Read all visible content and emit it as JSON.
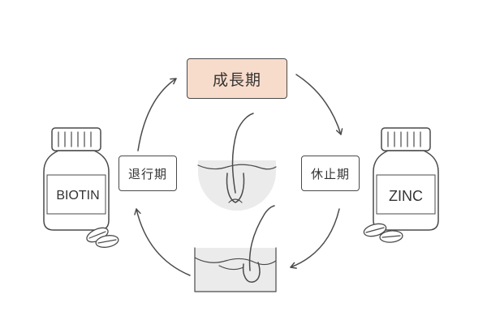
{
  "phases": {
    "growth": {
      "label": "成長期",
      "fill": "#f8dccb"
    },
    "telogen": {
      "label": "休止期"
    },
    "catagen": {
      "label": "退行期"
    }
  },
  "bottles": {
    "left": {
      "label": "BIOTIN"
    },
    "right": {
      "label": "ZINC"
    }
  },
  "colors": {
    "stroke": "#4a4a4a",
    "skin_fill": "#ebebeb",
    "accent": "#f8dccb"
  }
}
